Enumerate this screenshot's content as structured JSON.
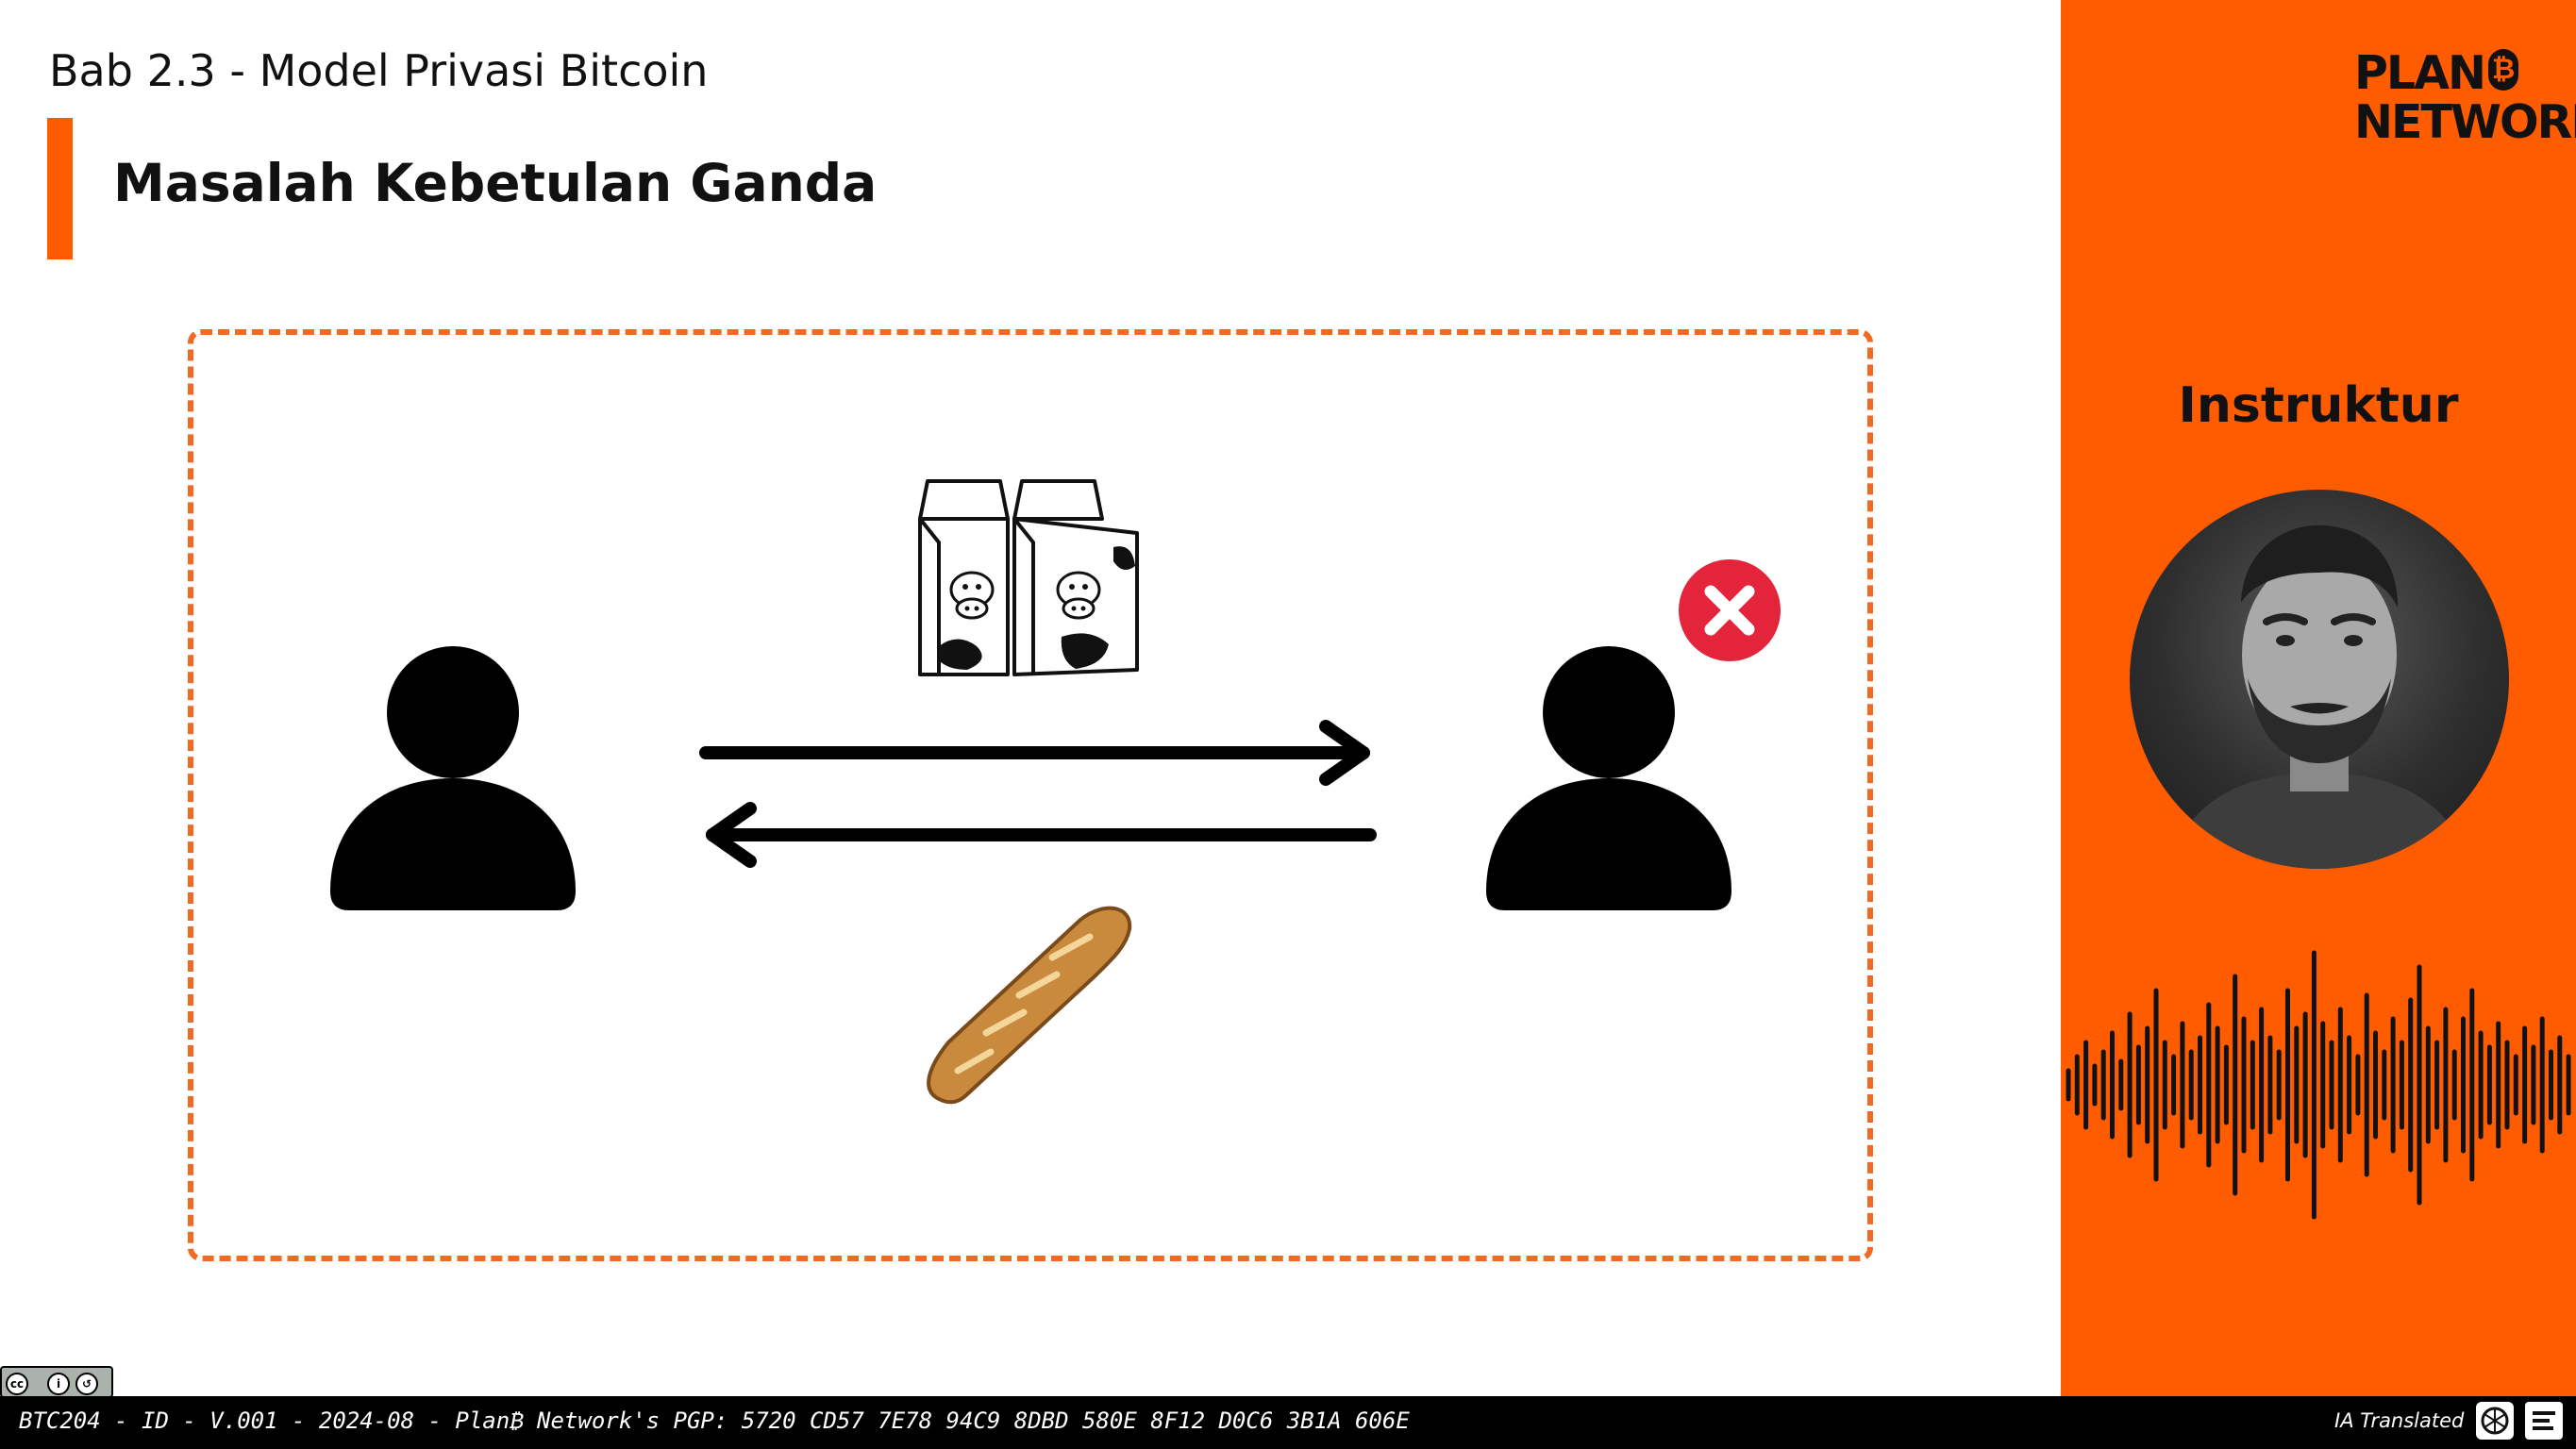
{
  "header": {
    "subtitle": "Bab 2.3 - Model Privasi Bitcoin",
    "title": "Masalah Kebetulan Ganda"
  },
  "sidebar": {
    "logo_line1": "PLAN",
    "logo_coin": "₿",
    "logo_line2": "NETWORK",
    "instructor_label": "Instruktur"
  },
  "diagram": {
    "left_person_icon": "person-icon",
    "right_person_icon": "person-icon",
    "rejected_icon": "red-x-circle-icon",
    "top_item_icon": "milk-cartons-icon",
    "bottom_item_icon": "baguette-icon",
    "arrow_right": "arrow-right-icon",
    "arrow_left": "arrow-left-icon"
  },
  "footer": {
    "text": "BTC204 - ID - V.001 - 2024-08 - Plan₿ Network's PGP: 5720 CD57 7E78 94C9 8DBD 580E 8F12 D0C6 3B1A 606E",
    "ia_label": "IA Translated",
    "license_icon": "cc-by-sa-icon"
  },
  "colors": {
    "accent": "#FF5C00",
    "dashed_border": "#F26A22",
    "reject_red": "#E3243B"
  }
}
